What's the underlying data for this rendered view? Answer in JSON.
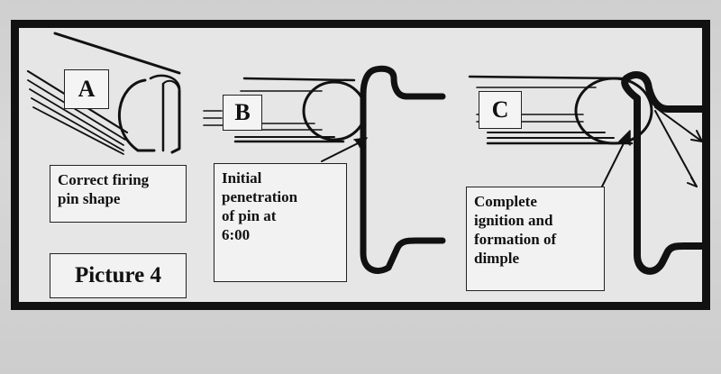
{
  "diagram": {
    "letters": {
      "a": "A",
      "b": "B",
      "c": "C"
    },
    "captions": {
      "a": "Correct firing\npin shape",
      "b": "Initial\npenetration\nof pin at\n6:00",
      "c": "Complete\nignition and\nformation of\ndimple"
    },
    "picture_label": "Picture 4",
    "colors": {
      "ink": "#111111",
      "panel": "#e6e6e6",
      "page": "#d3d3d3"
    }
  }
}
